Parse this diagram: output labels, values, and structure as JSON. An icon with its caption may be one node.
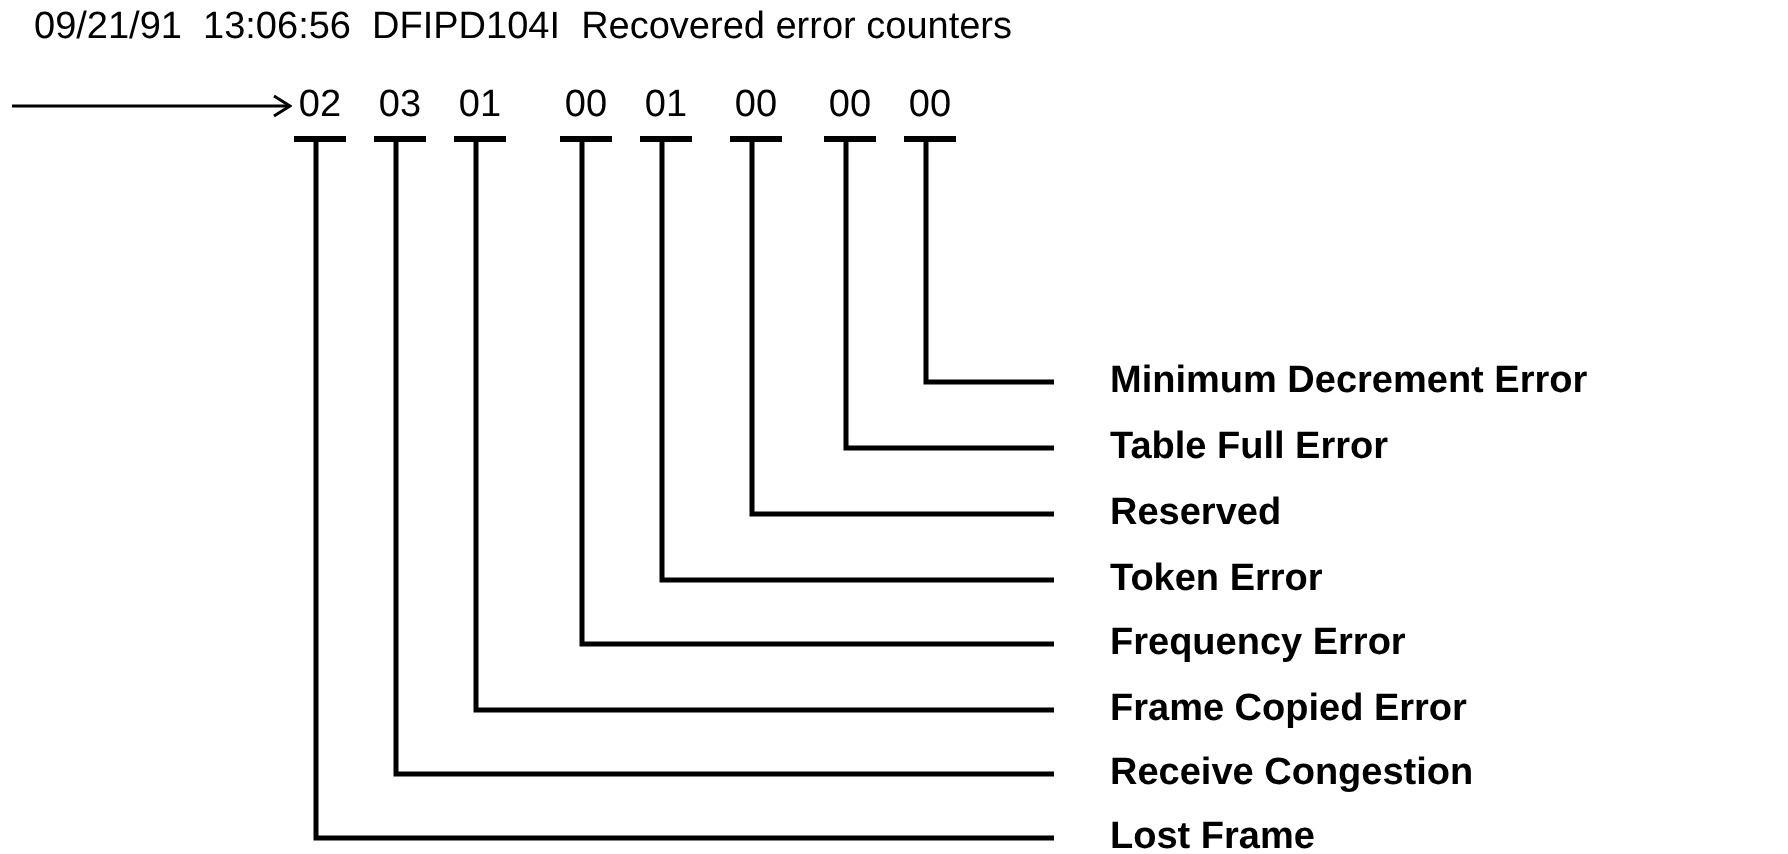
{
  "diagram": {
    "nodes": [
      {
        "text": [
          "02"
        ]
      },
      {
        "text": [
          "03"
        ]
      },
      {
        "text": [
          "01"
        ]
      },
      {
        "text": [
          "00"
        ]
      },
      {
        "text": [
          "01"
        ]
      },
      {
        "text": [
          "00"
        ]
      },
      {
        "text": [
          "00"
        ]
      },
      {
        "text": [
          "00"
        ]
      },
      {
        "text": [
          "Minimum Decrement Error"
        ]
      },
      {
        "text": [
          "Table Full Error"
        ]
      },
      {
        "text": [
          "Reserved"
        ]
      },
      {
        "text": [
          "Token Error"
        ]
      },
      {
        "text": [
          "Frequency Error"
        ]
      },
      {
        "text": [
          "Frame Copied Error"
        ]
      },
      {
        "text": [
          "Receive Congestion"
        ]
      },
      {
        "text": [
          "Lost Frame"
        ]
      }
    ],
    "edges": [
      {
        "from": null,
        "to": 0,
        "arrow": "to"
      },
      {
        "from": 8,
        "to": 7,
        "arrow": "none"
      },
      {
        "from": 9,
        "to": 6,
        "arrow": "none"
      },
      {
        "from": 10,
        "to": 5,
        "arrow": "none"
      },
      {
        "from": 11,
        "to": 4,
        "arrow": "none"
      },
      {
        "from": 12,
        "to": 3,
        "arrow": "none"
      },
      {
        "from": 13,
        "to": 2,
        "arrow": "none"
      },
      {
        "from": 14,
        "to": 1,
        "arrow": "none"
      },
      {
        "from": 15,
        "to": 0,
        "arrow": "none"
      }
    ],
    "labels": [
      "09/21/91  13:06:56  DFIPD104I  Recovered error counters"
    ]
  }
}
